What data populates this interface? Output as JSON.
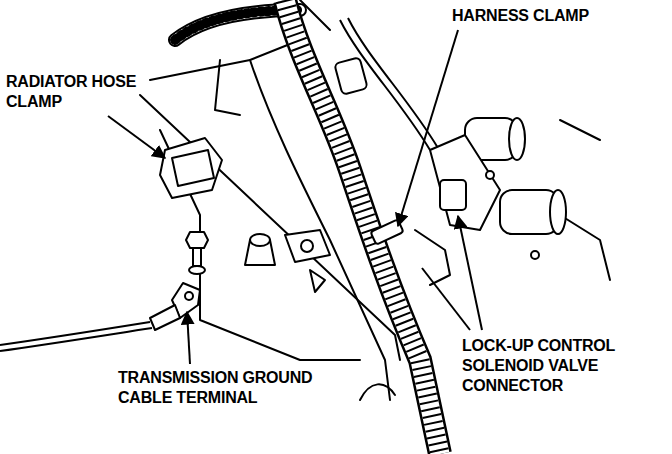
{
  "diagram": {
    "labels": [
      "RADIATOR HOSE CLAMP",
      "HARNESS CLAMP",
      "TRANSMISSION GROUND CABLE TERMINAL",
      "LOCK-UP CONTROL SOLENOID VALVE CONNECTOR"
    ]
  }
}
